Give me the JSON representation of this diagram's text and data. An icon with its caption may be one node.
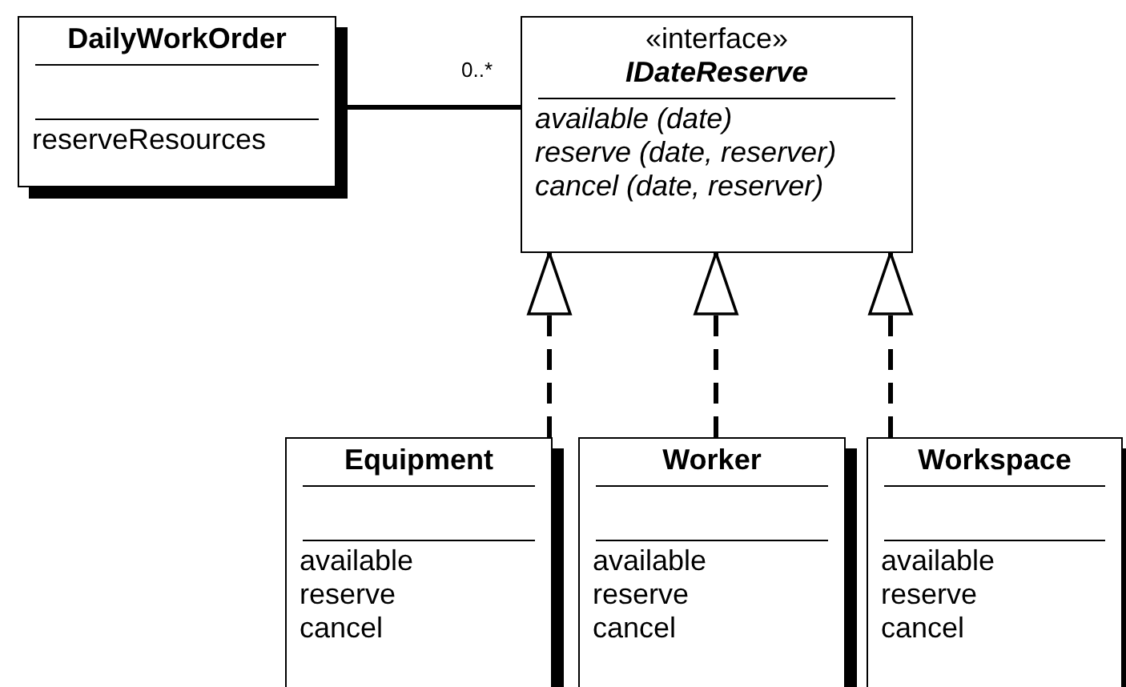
{
  "diagram": {
    "nodes": [
      {
        "text": [
          "DailyWorkOrder",
          "reserveResources"
        ]
      },
      {
        "text": [
          "«interface»",
          "IDateReserve",
          "available (date)",
          "reserve (date, reserver)",
          "cancel (date, reserver)"
        ]
      },
      {
        "text": [
          "Equipment",
          "available",
          "reserve",
          "cancel"
        ]
      },
      {
        "text": [
          "Worker",
          "available",
          "reserve",
          "cancel"
        ]
      },
      {
        "text": [
          "Workspace",
          "available",
          "reserve",
          "cancel"
        ]
      }
    ],
    "edges": [
      {
        "from": 0,
        "to": 1,
        "arrow": "none",
        "label": "0..*"
      },
      {
        "from": 2,
        "to": 1,
        "arrow": "to",
        "style": "dashed"
      },
      {
        "from": 3,
        "to": 1,
        "arrow": "to",
        "style": "dashed"
      },
      {
        "from": 4,
        "to": 1,
        "arrow": "to",
        "style": "dashed"
      }
    ]
  }
}
